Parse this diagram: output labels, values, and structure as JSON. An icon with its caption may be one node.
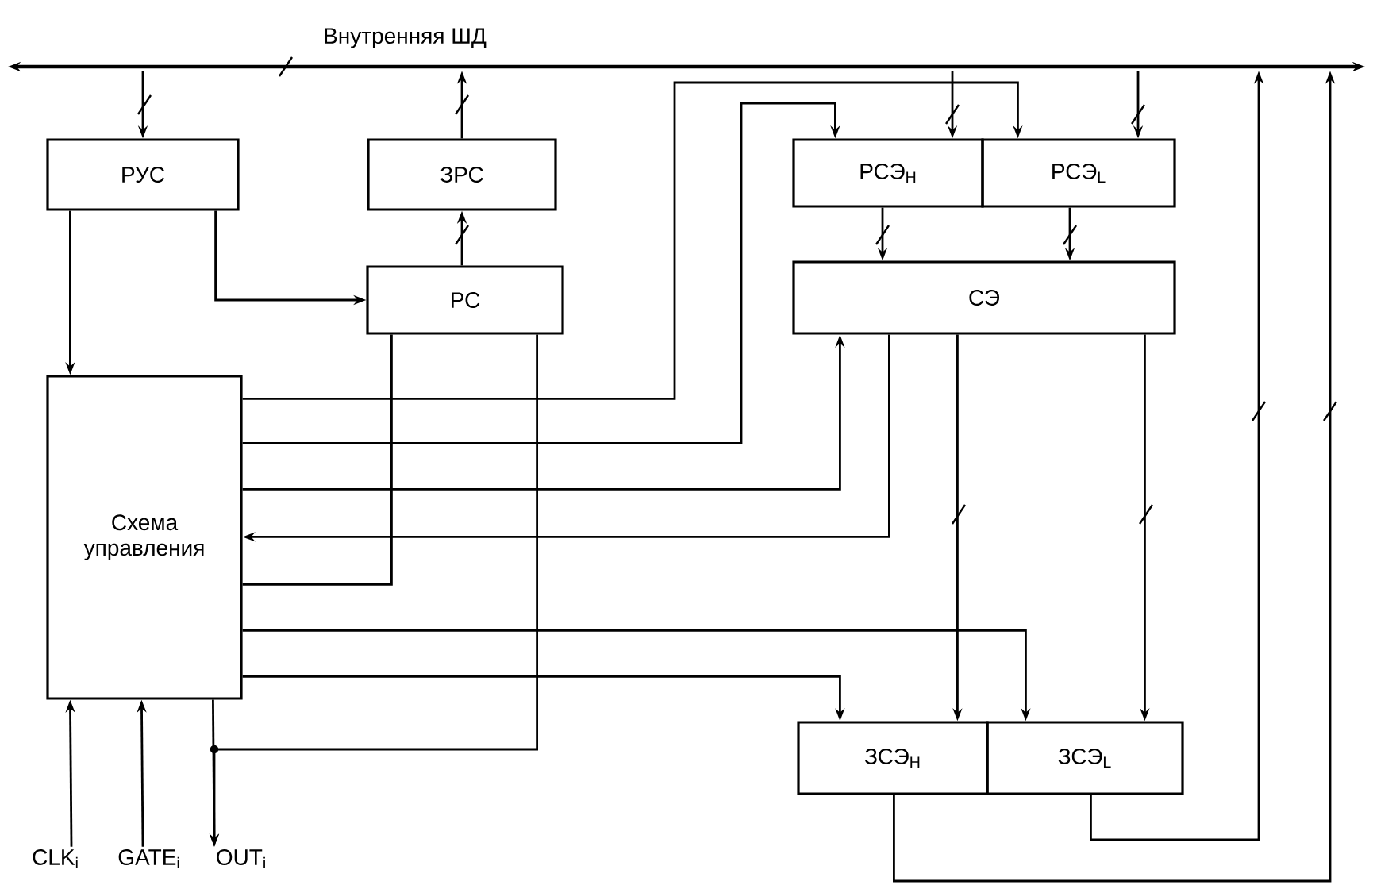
{
  "diagram": {
    "nodes": [
      {
        "text": [
          "Внутренняя ШД"
        ]
      },
      {
        "text": [
          "РУС"
        ]
      },
      {
        "text": [
          "ЗРС"
        ]
      },
      {
        "text": [
          "РС"
        ]
      },
      {
        "text": [
          "РСЭ$_{H}$"
        ]
      },
      {
        "text": [
          "РСЭ$_{L}$"
        ]
      },
      {
        "text": [
          "СЭ"
        ]
      },
      {
        "text": [
          "Схема управления"
        ]
      },
      {
        "text": [
          "ЗСЭ$_{H}$"
        ]
      },
      {
        "text": [
          "ЗСЭ$_{L}$"
        ]
      },
      {
        "text": [
          "CLK$_{i}$"
        ]
      },
      {
        "text": [
          "GATE$_{i}$"
        ]
      },
      {
        "text": [
          "OUT$_{i}$"
        ]
      }
    ],
    "edges": [
      {
        "from": 0,
        "to": 1,
        "arrow": "to"
      },
      {
        "from": 2,
        "to": 0,
        "arrow": "to"
      },
      {
        "from": 3,
        "to": 2,
        "arrow": "to"
      },
      {
        "from": 1,
        "to": 3,
        "arrow": "to"
      },
      {
        "from": 1,
        "to": 7,
        "arrow": "to"
      },
      {
        "from": 0,
        "to": 4,
        "arrow": "to"
      },
      {
        "from": 0,
        "to": 5,
        "arrow": "to"
      },
      {
        "from": 7,
        "to": 5,
        "arrow": "to"
      },
      {
        "from": 7,
        "to": 4,
        "arrow": "to"
      },
      {
        "from": 4,
        "to": 6,
        "arrow": "to"
      },
      {
        "from": 5,
        "to": 6,
        "arrow": "to"
      },
      {
        "from": 7,
        "to": 6,
        "arrow": "to"
      },
      {
        "from": 6,
        "to": 7,
        "arrow": "to"
      },
      {
        "from": 7,
        "to": 3,
        "arrow": "none"
      },
      {
        "from": 3,
        "to": 12,
        "arrow": "to"
      },
      {
        "from": 7,
        "to": 12,
        "arrow": "to"
      },
      {
        "from": 7,
        "to": 9,
        "arrow": "to"
      },
      {
        "from": 7,
        "to": 8,
        "arrow": "to"
      },
      {
        "from": 6,
        "to": 8,
        "arrow": "to"
      },
      {
        "from": 6,
        "to": 9,
        "arrow": "to"
      },
      {
        "from": 9,
        "to": 0,
        "arrow": "to"
      },
      {
        "from": 8,
        "to": 0,
        "arrow": "to"
      },
      {
        "from": 10,
        "to": 7,
        "arrow": "to"
      },
      {
        "from": 11,
        "to": 7,
        "arrow": "to"
      }
    ]
  }
}
